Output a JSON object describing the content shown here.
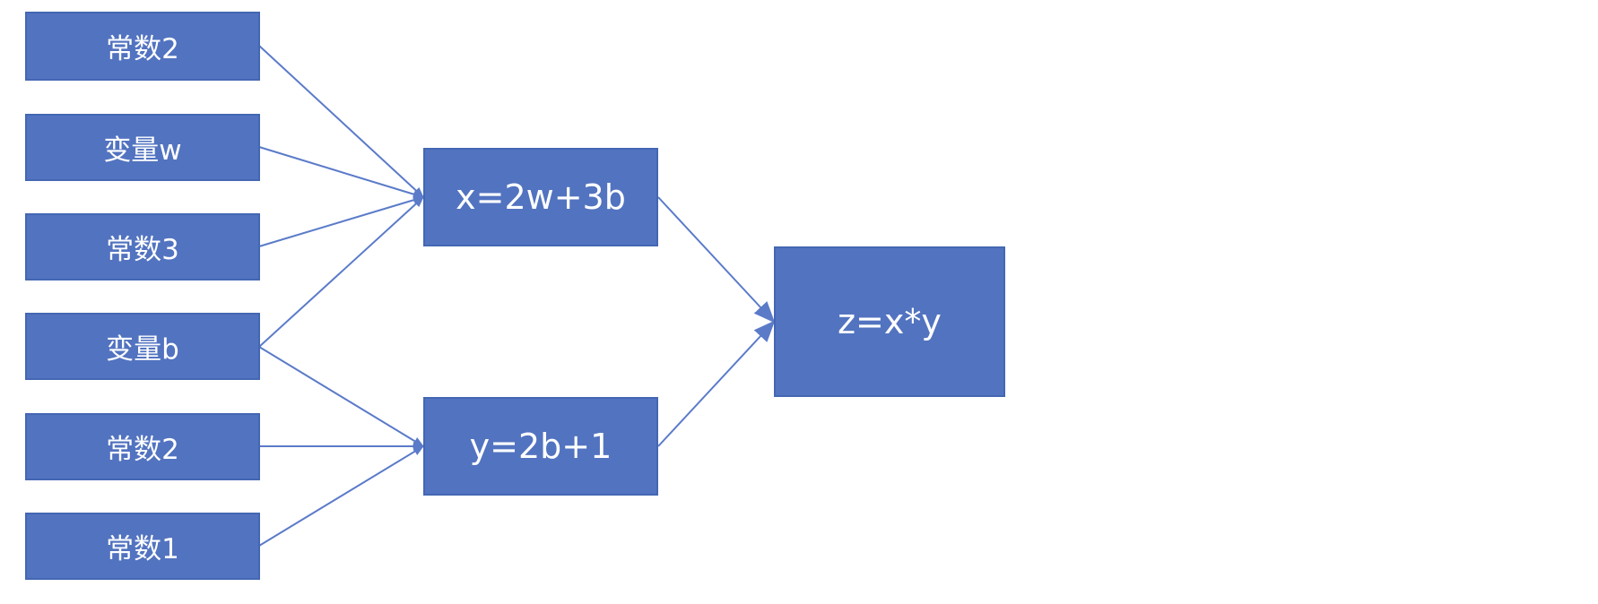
{
  "diagram": {
    "inputs": [
      {
        "id": "in1",
        "label": "常数2"
      },
      {
        "id": "in2",
        "label": "变量w"
      },
      {
        "id": "in3",
        "label": "常数3"
      },
      {
        "id": "in4",
        "label": "变量b"
      },
      {
        "id": "in5",
        "label": "常数2"
      },
      {
        "id": "in6",
        "label": "常数1"
      }
    ],
    "operations": [
      {
        "id": "op_x",
        "label": "x=2w+3b"
      },
      {
        "id": "op_y",
        "label": "y=2b+1"
      }
    ],
    "output": {
      "id": "op_z",
      "label": "z=x*y"
    },
    "edges": [
      {
        "from": "in1",
        "to": "op_x"
      },
      {
        "from": "in2",
        "to": "op_x"
      },
      {
        "from": "in3",
        "to": "op_x"
      },
      {
        "from": "in4",
        "to": "op_x"
      },
      {
        "from": "in4",
        "to": "op_y"
      },
      {
        "from": "in5",
        "to": "op_y"
      },
      {
        "from": "in6",
        "to": "op_y"
      },
      {
        "from": "op_x",
        "to": "op_z"
      },
      {
        "from": "op_y",
        "to": "op_z"
      }
    ],
    "colors": {
      "node_fill": "#5273c0",
      "node_border": "#4467b3",
      "edge": "#5b7bc9",
      "text": "#ffffff"
    }
  }
}
